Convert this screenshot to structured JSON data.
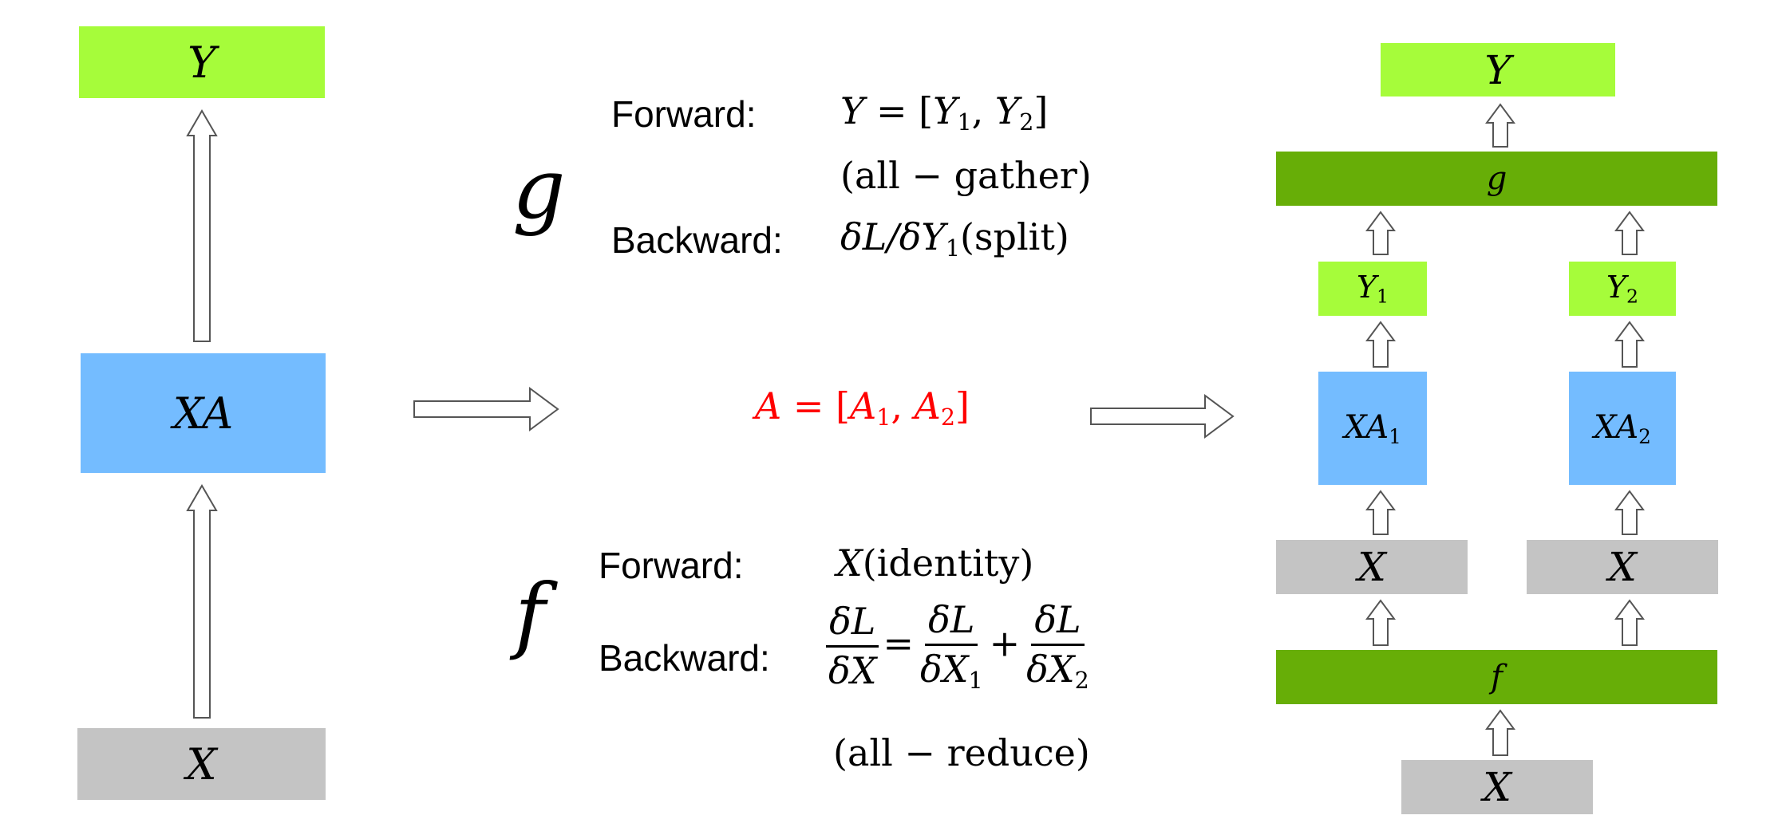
{
  "left": {
    "top_box": "Y",
    "middle_box": "XA",
    "bottom_box": "X"
  },
  "g_section": {
    "symbol": "g",
    "forward_label": "Forward:",
    "forward_expr": "Y = [Y1, Y2]",
    "forward_note": "(all − gather)",
    "backward_label": "Backward:",
    "backward_expr_lhs": "δL/δY",
    "backward_expr_sub": "1",
    "backward_expr_rhs": "(split)"
  },
  "split": {
    "expr_lhs": "A = [A",
    "sub1": "1",
    "mid": ", A",
    "sub2": "2",
    "end": "]",
    "color": "#ff0000"
  },
  "f_section": {
    "symbol": "f",
    "forward_label": "Forward:",
    "forward_expr_var": "X",
    "forward_expr_note": "(identity)",
    "backward_label": "Backward:",
    "frac_num": "δL",
    "frac1_den": "δX",
    "frac2_den": "δX",
    "frac2_sub": "1",
    "frac3_den": "δX",
    "frac3_sub": "2",
    "equals": "=",
    "plus": "+",
    "backward_note": "(all − reduce)"
  },
  "right": {
    "top_box": "Y",
    "g_bar": "g",
    "y1": "Y",
    "y1_sub": "1",
    "y2": "Y",
    "y2_sub": "2",
    "xa1": "XA",
    "xa1_sub": "1",
    "xa2": "XA",
    "xa2_sub": "2",
    "x_left": "X",
    "x_right": "X",
    "f_bar": "f",
    "bottom_box": "X"
  },
  "colors": {
    "lime": "#a6fc3a",
    "blue": "#74bcff",
    "gray": "#c4c4c4",
    "green": "#67ae07",
    "arrow_stroke": "#555555"
  }
}
